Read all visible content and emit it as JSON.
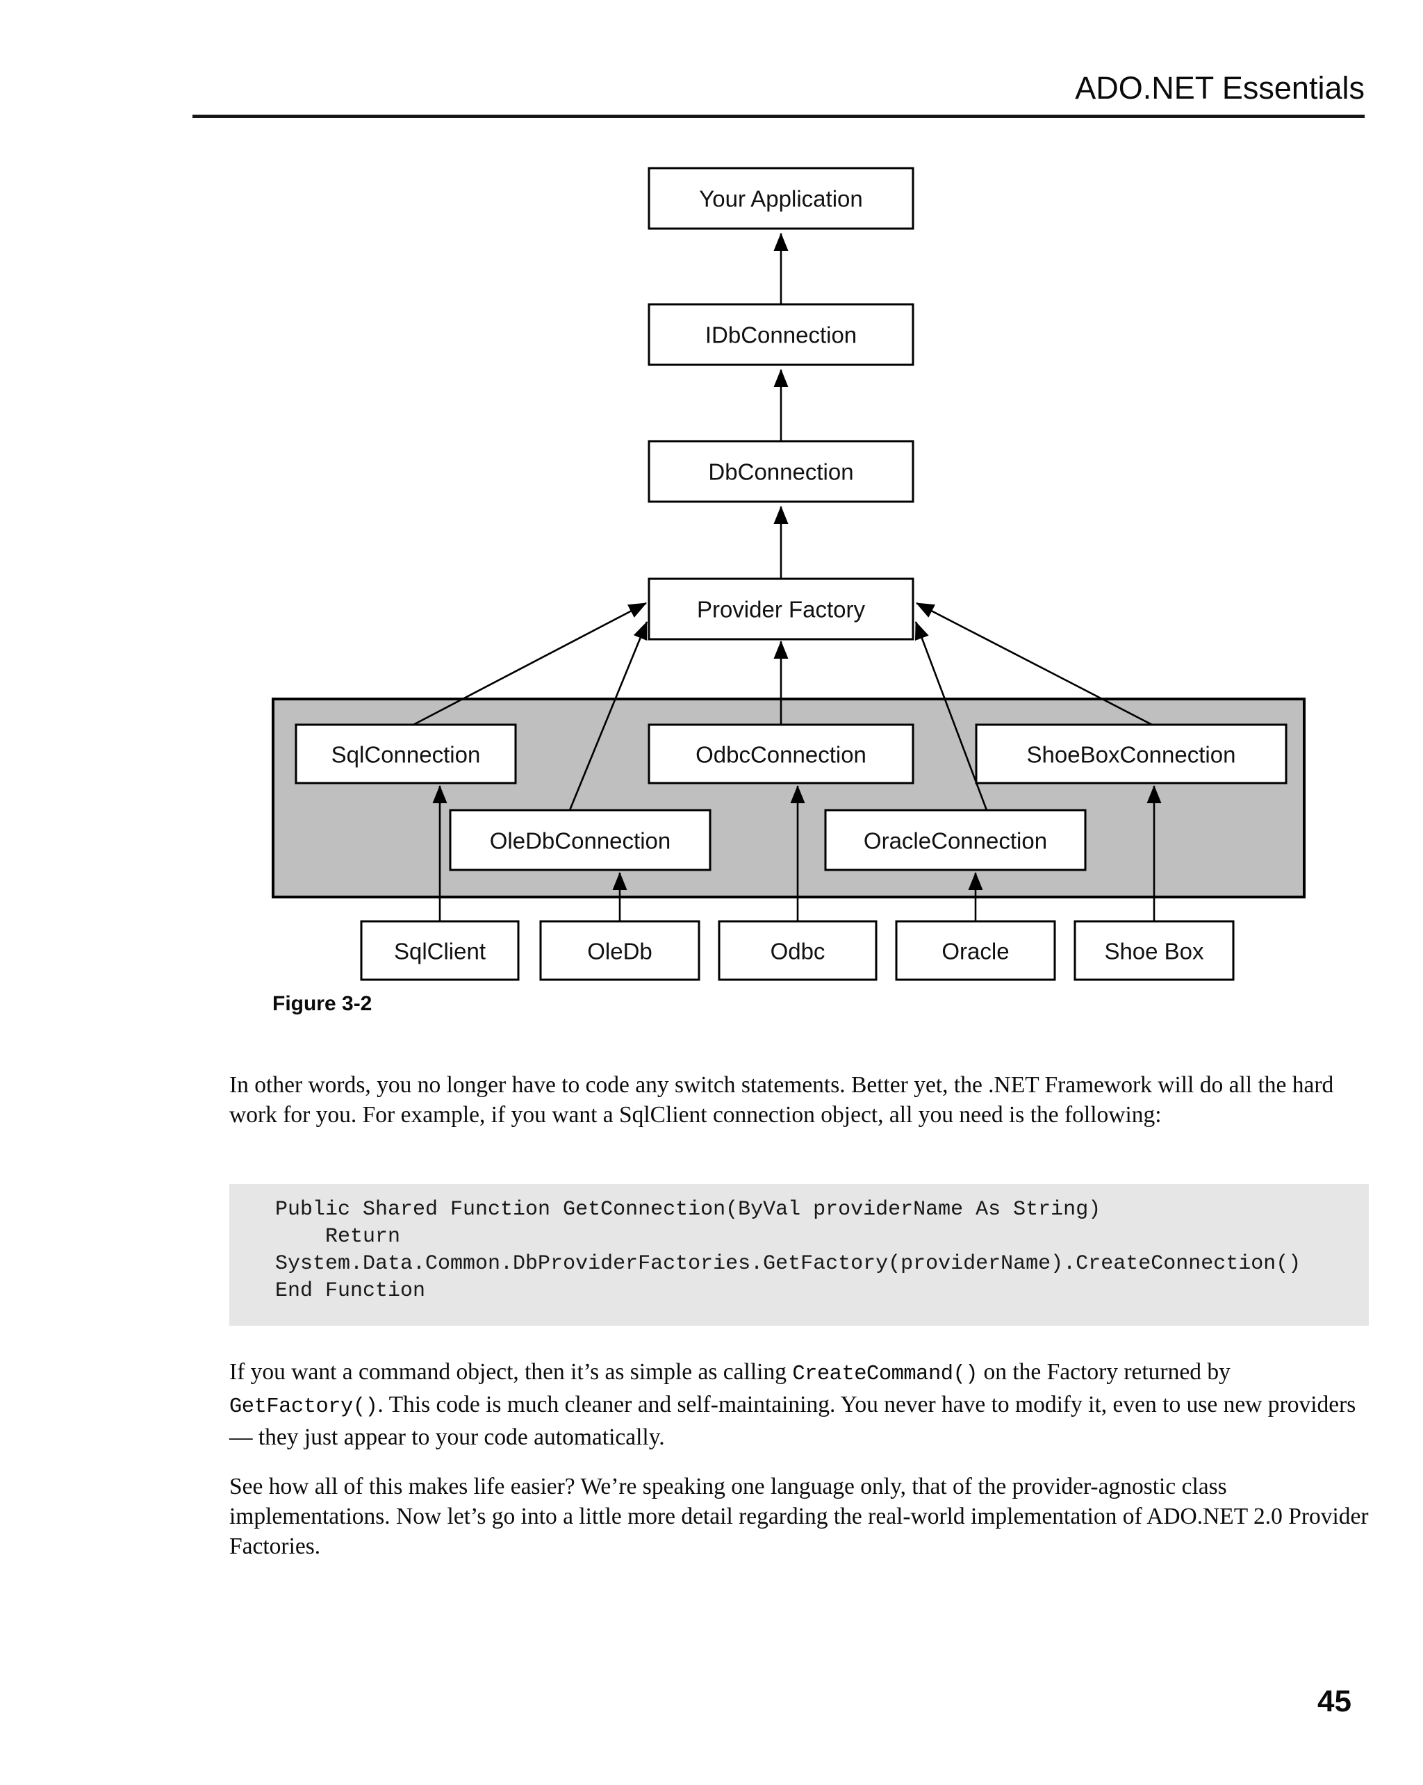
{
  "header": {
    "title": "ADO.NET Essentials"
  },
  "figure": {
    "caption": "Figure 3-2",
    "colors": {
      "band_fill": "#bfbfbf",
      "box_fill": "#ffffff",
      "line": "#000000"
    },
    "nodes": {
      "your_application": "Your Application",
      "idbconnection": "IDbConnection",
      "dbconnection": "DbConnection",
      "provider_factory": "Provider Factory",
      "sqlconnection": "SqlConnection",
      "odbcconnection": "OdbcConnection",
      "shoeboxconnection": "ShoeBoxConnection",
      "oledbconnection": "OleDbConnection",
      "oracleconnection": "OracleConnection",
      "sqlclient": "SqlClient",
      "oledb": "OleDb",
      "odbc": "Odbc",
      "oracle": "Oracle",
      "shoebox": "Shoe Box"
    }
  },
  "content": {
    "para1": "In other words, you no longer have to code any switch statements. Better yet, the .NET Framework will do all the hard work for you. For example, if you want a SqlClient connection object, all you need is the following:",
    "code": {
      "background": "#e6e6e6",
      "lines": [
        "Public Shared Function GetConnection(ByVal providerName As String)",
        "    Return",
        "System.Data.Common.DbProviderFactories.GetFactory(providerName).CreateConnection()",
        "End Function"
      ]
    },
    "para2": {
      "seg1": "If you want a command object, then it’s as simple as calling ",
      "code1": "CreateCommand()",
      "seg2": " on the Factory returned by ",
      "code2": "GetFactory()",
      "seg3": ". This code is much cleaner and self-maintaining. You never have to modify it, even to use new providers — they just appear to your code automatically."
    },
    "para3": "See how all of this makes life easier? We’re speaking one language only, that of the provider-agnostic class implementations. Now let’s go into a little more detail regarding the real-world implementation of ADO.NET 2.0 Provider Factories."
  },
  "page_number": "45"
}
